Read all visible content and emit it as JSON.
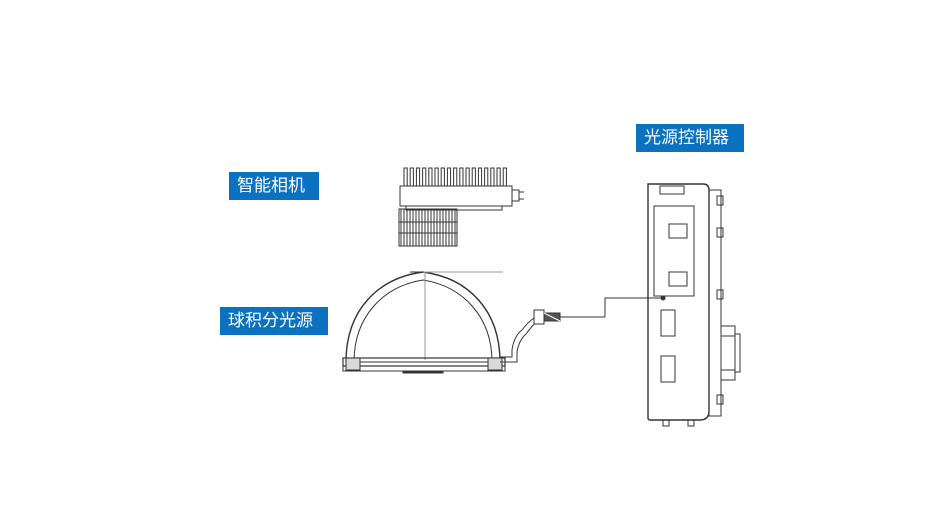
{
  "labels": {
    "camera": "智能相机",
    "sphere_light": "球积分光源",
    "controller": "光源控制器"
  },
  "colors": {
    "label_bg": "#0a72c0",
    "line": "#333333",
    "guide": "#999999"
  }
}
